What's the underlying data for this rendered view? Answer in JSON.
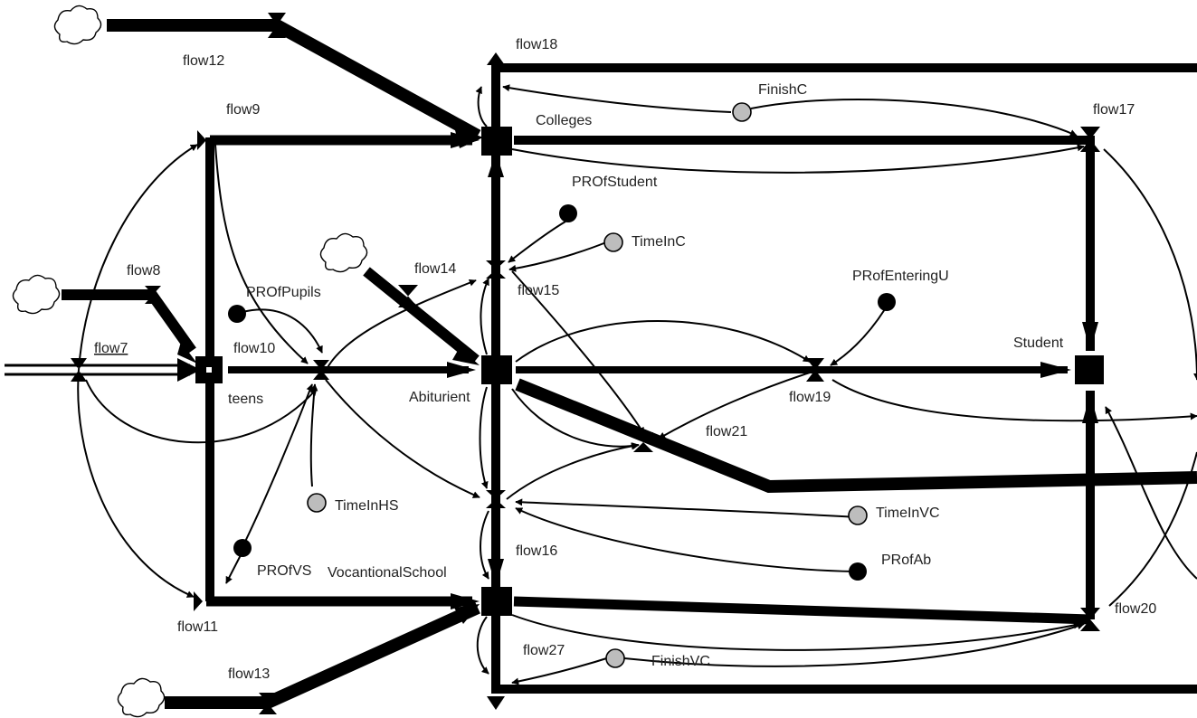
{
  "stocks": {
    "colleges": "Colleges",
    "abiturient": "Abiturient",
    "teens": "teens",
    "vocational": "VocantionalSchool",
    "student": "Student"
  },
  "flows": {
    "flow7": "flow7",
    "flow8": "flow8",
    "flow9": "flow9",
    "flow10": "flow10",
    "flow11": "flow11",
    "flow12": "flow12",
    "flow13": "flow13",
    "flow14": "flow14",
    "flow15": "flow15",
    "flow16": "flow16",
    "flow17": "flow17",
    "flow18": "flow18",
    "flow19": "flow19",
    "flow20": "flow20",
    "flow21": "flow21",
    "flow27": "flow27"
  },
  "variables": {
    "finish_c": "FinishC",
    "pr_of_student": "PROfStudent",
    "time_in_c": "TimeInC",
    "pr_of_entering_u": "PRofEnteringU",
    "pr_of_pupils": "PROfPupils",
    "time_in_hs": "TimeInHS",
    "pr_of_vs": "PROfVS",
    "time_in_vc": "TimeInVC",
    "pr_of_ab": "PRofAb",
    "finish_vc": "FinishVC"
  }
}
